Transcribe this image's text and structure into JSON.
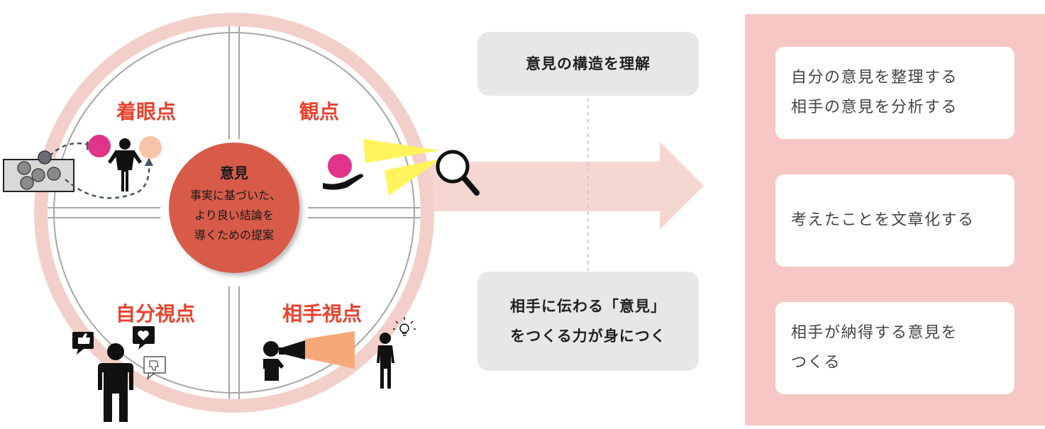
{
  "wheel": {
    "center": {
      "title": "意見",
      "lines": [
        "事実に基づいた、",
        "より良い結論を",
        "導くための提案"
      ]
    },
    "quadrants": {
      "top_left": "着眼点",
      "top_right": "観点",
      "bottom_left": "自分視点",
      "bottom_right": "相手視点"
    }
  },
  "middle": {
    "top_box": "意見の構造を理解",
    "bottom_box_lines": [
      "相手に伝わる「意見」",
      "をつくる力が身につく"
    ]
  },
  "results": [
    {
      "lines": [
        "自分の意見を整理する",
        "相手の意見を分析する"
      ]
    },
    {
      "lines": [
        "考えたことを文章化する"
      ]
    },
    {
      "lines": [
        "相手が納得する意見を",
        "つくる"
      ]
    }
  ],
  "colors": {
    "accent_red": "#e8432f",
    "center_circle": "#d85a48",
    "outer_ring": "#f3cfc9",
    "arrow": "#f6d6d1",
    "panel": "#f6c7c4",
    "magenta_ball": "#e0338a",
    "peach_ball": "#f6c4a9",
    "yellow_beam": "#fff45c",
    "orange_beam": "#f7a878"
  }
}
